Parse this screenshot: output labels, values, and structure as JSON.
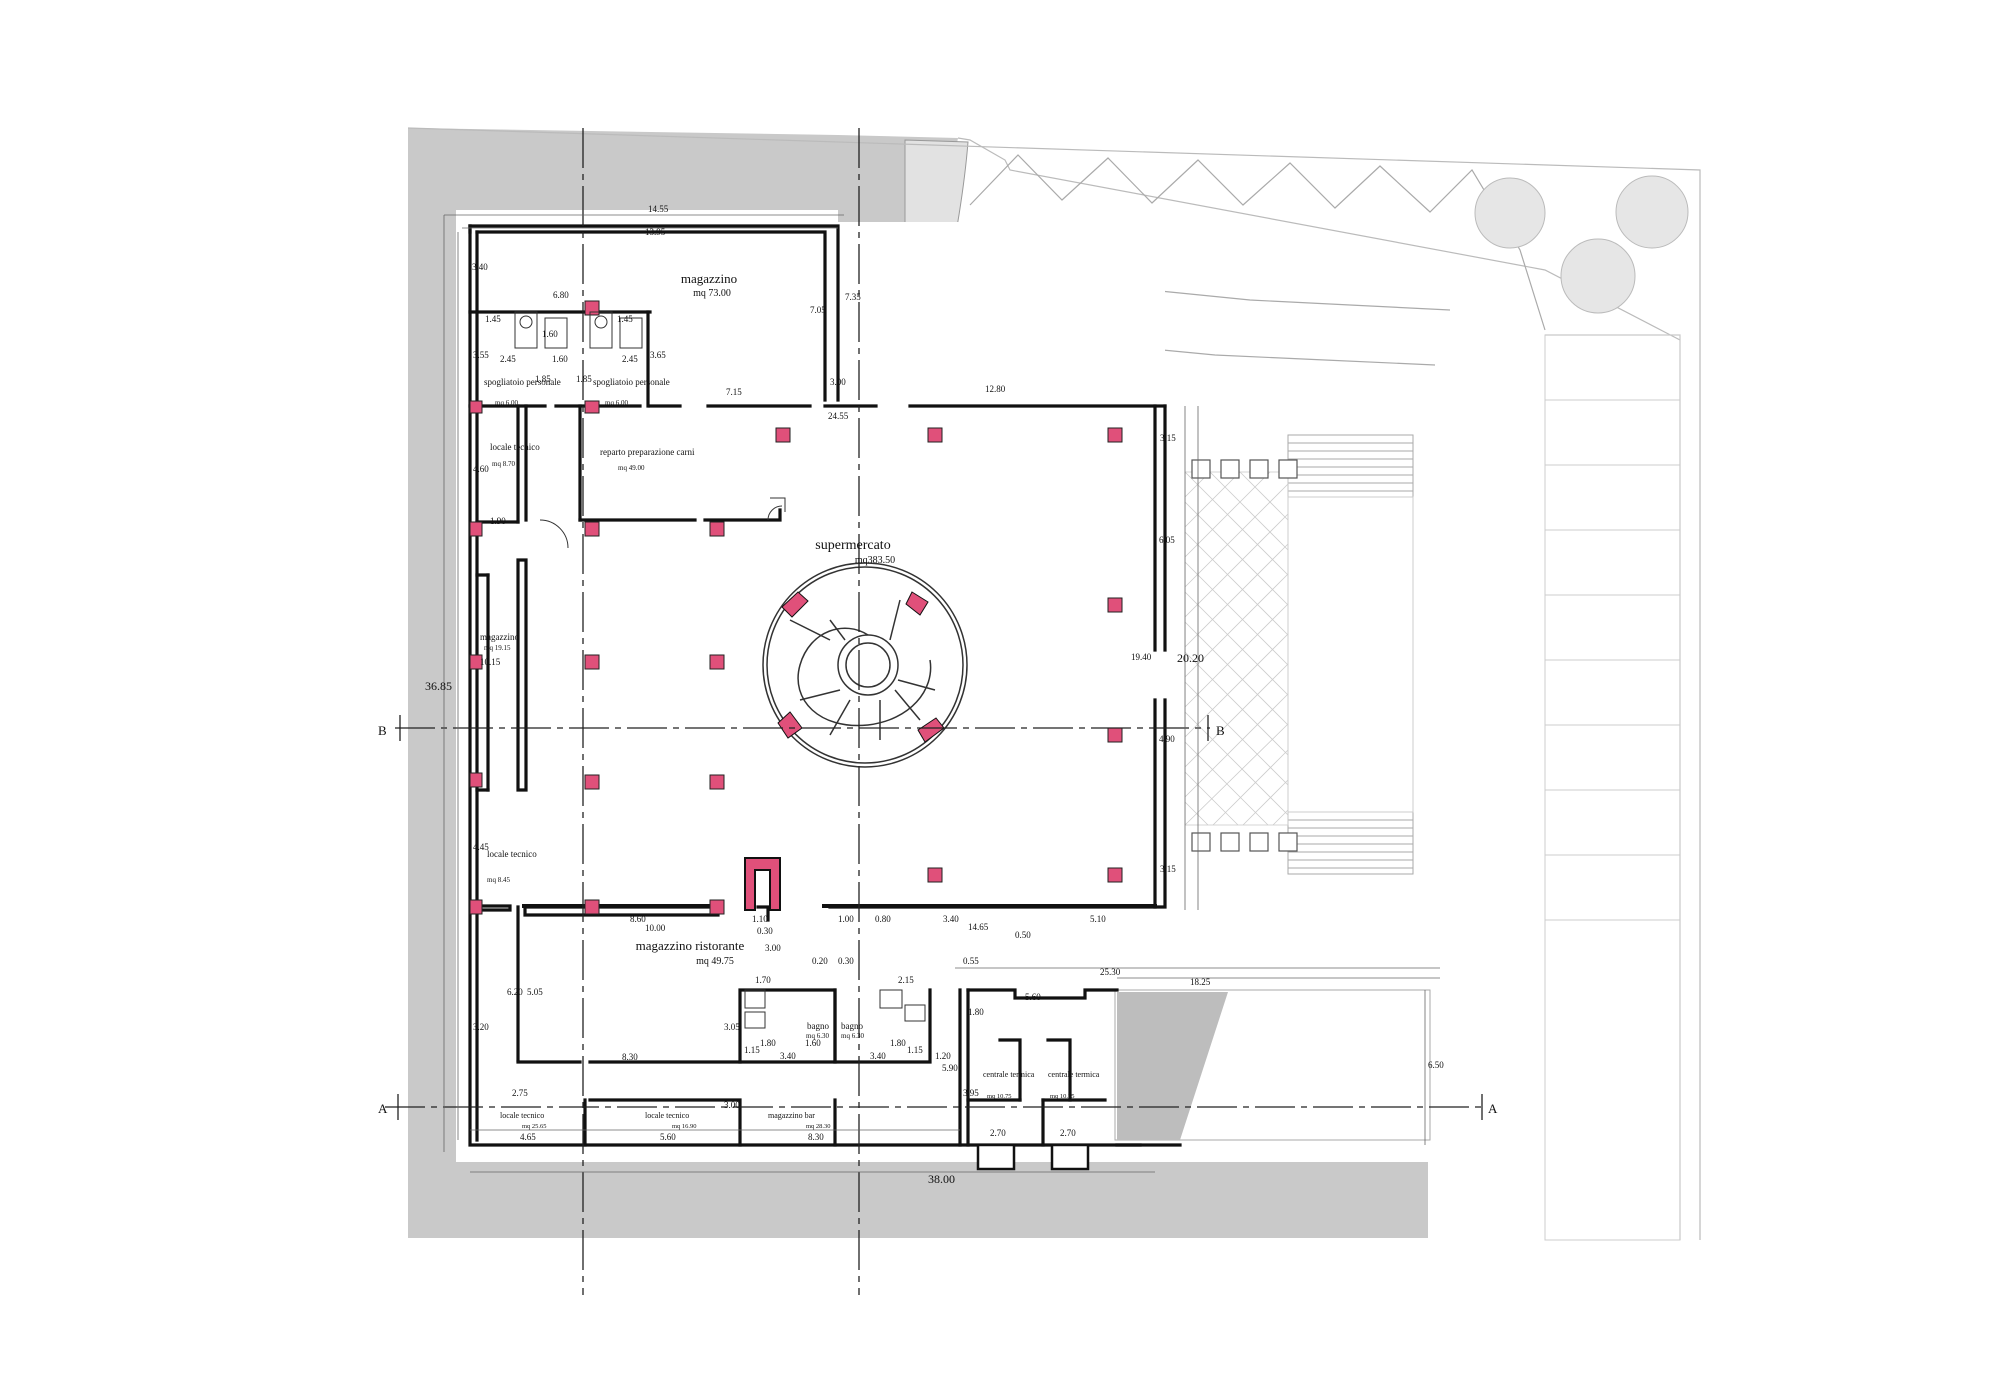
{
  "colors": {
    "site": "#c9c9c9",
    "wall": "#111111",
    "column": "#e0507a",
    "dashline": "#222222",
    "ramp": "#bdbdbd"
  },
  "rooms": {
    "magazzino_top": {
      "name": "magazzino",
      "area": "mq 73.00"
    },
    "spogliatoio_1": {
      "name": "spogliatoio personale",
      "area": "mq 6.00"
    },
    "spogliatoio_2": {
      "name": "spogliatoio personale",
      "area": "mq 6.00"
    },
    "locale_tecnico_1": {
      "name": "locale tecnico",
      "area": "mq 8.70"
    },
    "reparto": {
      "name": "reparto preparazione carni",
      "area": "mq 49.00"
    },
    "supermercato": {
      "name": "supermercato",
      "area": "mq383.50"
    },
    "magazzino_side": {
      "name": "magazzino",
      "area": "mq 19.15"
    },
    "locale_tecnico_2": {
      "name": "locale tecnico",
      "area": "mq 8.45"
    },
    "magazzino_ristorante": {
      "name": "magazzino ristorante",
      "area": "mq 49.75"
    },
    "bagno_1": {
      "name": "bagno",
      "area": "mq 6.30"
    },
    "bagno_2": {
      "name": "bagno",
      "area": "mq 6.30"
    },
    "centrale_1": {
      "name": "centrale termica",
      "area": "mq 10.75"
    },
    "centrale_2": {
      "name": "centrale termica",
      "area": "mq 10.75"
    },
    "locale_tecnico_3": {
      "name": "locale tecnico",
      "area": "mq 25.65"
    },
    "locale_tecnico_4": {
      "name": "locale tecnico",
      "area": "mq 16.90"
    },
    "magazzino_bar": {
      "name": "magazzino bar",
      "area": "mq 28.30"
    }
  },
  "dims": {
    "d1455": "14.55",
    "d1395": "13.95",
    "d340": "3.40",
    "d680": "6.80",
    "d145a": "1.45",
    "d145b": "1.45",
    "d355": "3.55",
    "d245a": "2.45",
    "d245b": "2.45",
    "d160a": "1.60",
    "d160b": "1.60",
    "d365": "3.65",
    "d705": "7.05",
    "d735": "7.35",
    "d300a": "3.00",
    "d715": "7.15",
    "d1280": "12.80",
    "d2455": "24.55",
    "d185a": "1.85",
    "d185b": "1.85",
    "d315a": "3.15",
    "d460": "4.60",
    "d190": "1.90",
    "d605": "6.05",
    "d1015": "10.15",
    "d3685": "36.85",
    "d1940": "19.40",
    "d2020": "20.20",
    "d490": "4.90",
    "d445": "4.45",
    "d315b": "3.15",
    "d860": "8.60",
    "d1000": "10.00",
    "d110": "1.10",
    "d030": "0.30",
    "d100": "1.00",
    "d080": "0.80",
    "d340b": "3.40",
    "d1465": "14.65",
    "d510": "5.10",
    "d050": "0.50",
    "d300b": "3.00",
    "d020": "0.20",
    "d030b": "0.30",
    "d055": "0.55",
    "d2530": "25.30",
    "d1825": "18.25",
    "d170": "1.70",
    "d215": "2.15",
    "d560a": "5.60",
    "d620": "6.20",
    "d505": "5.05",
    "d305": "3.05",
    "d180a": "1.80",
    "d160c": "1.60",
    "d180b": "1.80",
    "d340c": "3.40",
    "d340d": "3.40",
    "d115a": "1.15",
    "d115b": "1.15",
    "d120": "1.20",
    "d590": "5.90",
    "d180c": "1.80",
    "d320": "3.20",
    "d830a": "8.30",
    "d275": "2.75",
    "d300c": "3.00",
    "d395": "3.95",
    "d650": "6.50",
    "d465": "4.65",
    "d560b": "5.60",
    "d830b": "8.30",
    "d270a": "2.70",
    "d270b": "2.70",
    "d3800": "38.00"
  },
  "sections": {
    "a_left": "A",
    "a_right": "A",
    "b_left": "B",
    "b_right": "B"
  }
}
